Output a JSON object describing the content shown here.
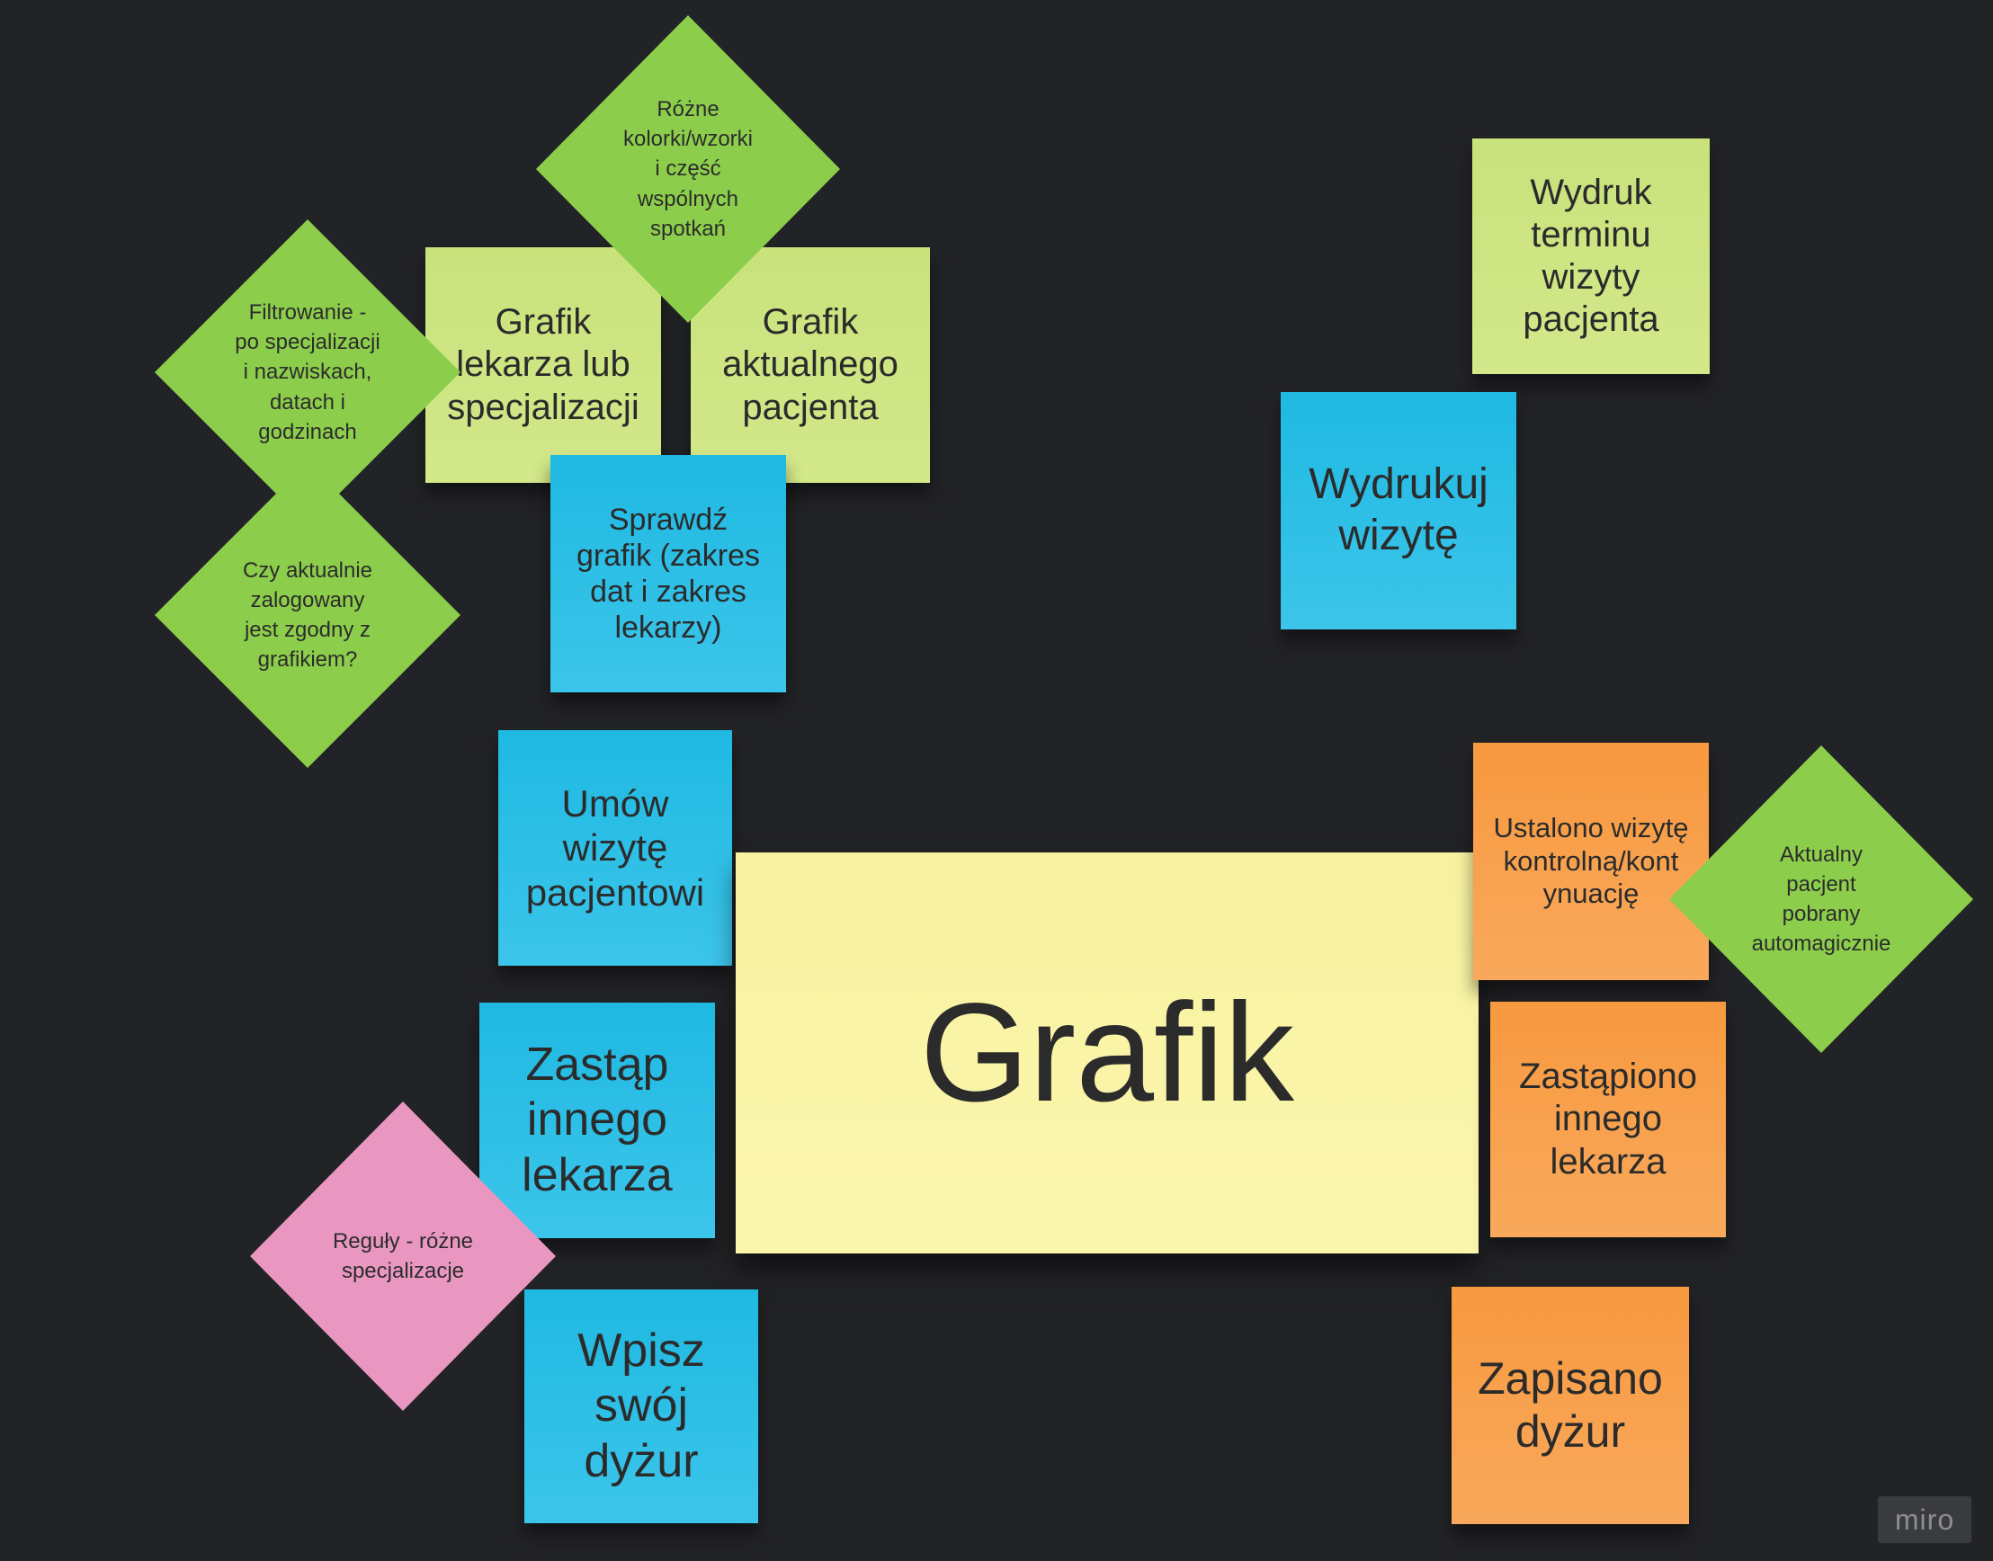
{
  "board": {
    "central": "Grafik",
    "lime_notes": [
      "Grafik\nlekarza lub\nspecjalizacji",
      "Grafik\naktualnego\npacjenta",
      "Wydruk\nterminu\nwizyty\npacjenta"
    ],
    "blue_notes": [
      "Sprawdź\ngrafik (zakres\ndat i zakres\nlekarzy)",
      "Wydrukuj\nwizytę",
      "Umów\nwizytę\npacjentowi",
      "Zastąp\ninnego\nlekarza",
      "Wpisz\nswój\ndyżur"
    ],
    "orange_notes": [
      "Ustalono wizytę\nkontrolną/kont\nynuację",
      "Zastąpiono\ninnego\nlekarza",
      "Zapisano\ndyżur"
    ],
    "green_diamonds": [
      "Różne\nkolorki/wzorki\ni część\nwspólnych\nspotkań",
      "Filtrowanie -\npo specjalizacji\ni nazwiskach,\ndatach i\ngodzinach",
      "Czy aktualnie\nzalogowany\njest zgodny z\ngrafikiem?",
      "Aktualny\npacjent\npobrany\nautomagicznie"
    ],
    "pink_diamonds": [
      "Reguły - różne\nspecjalizacje"
    ]
  },
  "watermark": "miro",
  "colors": {
    "background": "#222326",
    "lime": "#cfe585",
    "blue": "#2ec0e6",
    "orange": "#f8a14d",
    "yellow": "#f9f4a6",
    "green": "#8cce4b",
    "pink": "#e997c1"
  }
}
